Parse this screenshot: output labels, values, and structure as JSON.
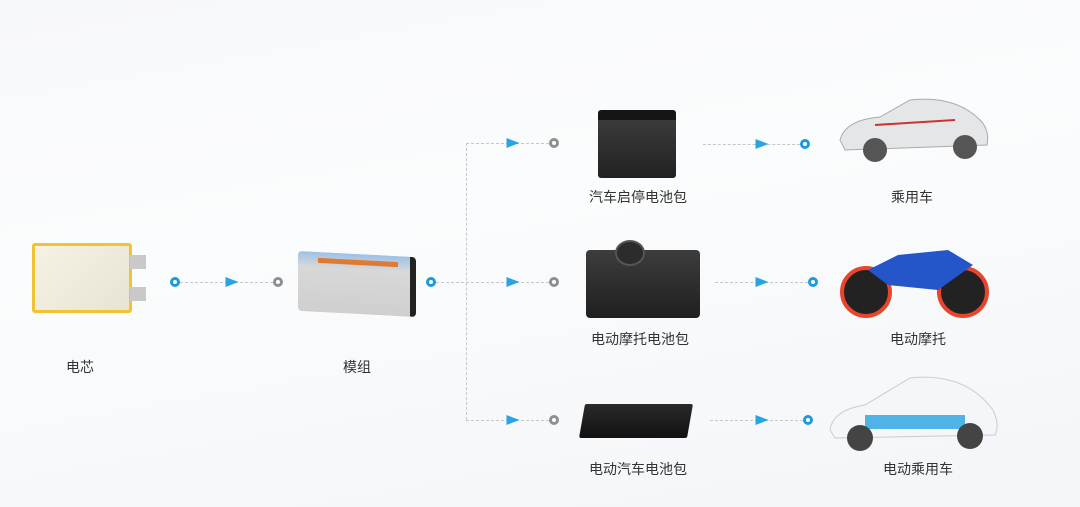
{
  "nodes": {
    "cell": "电芯",
    "module": "模组",
    "start_stop_pack": "汽车启停电池包",
    "emoto_pack": "电动摩托电池包",
    "ev_pack": "电动汽车电池包",
    "passenger_car": "乘用车",
    "emoto": "电动摩托",
    "ev_car": "电动乘用车"
  },
  "colors": {
    "accent": "#1a9be0",
    "arrow": "#2aa3e3",
    "node_gray": "#8f8f8f"
  }
}
